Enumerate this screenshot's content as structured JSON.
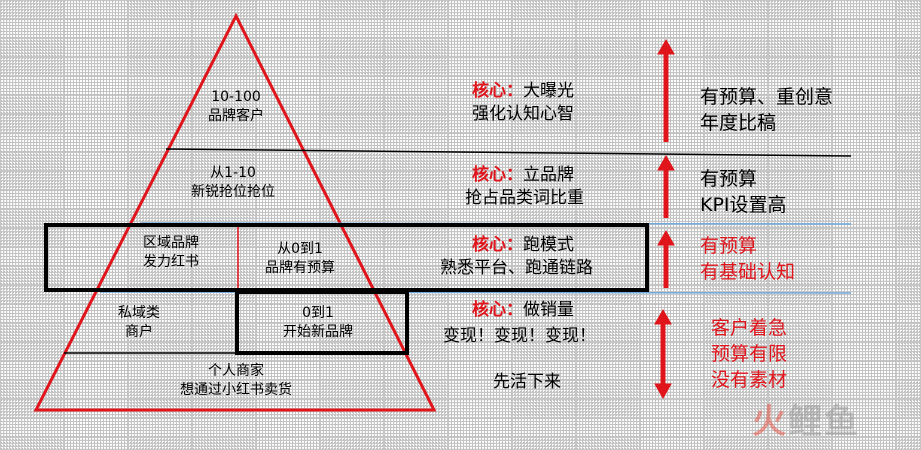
{
  "pyramid": {
    "apex": {
      "line1": "10-100",
      "line2": "品牌客户"
    },
    "tier2": {
      "line1": "从1-10",
      "line2": "新锐抢位抢位"
    },
    "tier3_left": {
      "line1": "区域品牌",
      "line2": "发力红书"
    },
    "tier3_right": {
      "line1": "从0到1",
      "line2": "品牌有预算"
    },
    "tier4_left": {
      "line1": "私域类",
      "line2": "商户"
    },
    "tier4_right": {
      "line1": "0到1",
      "line2": "开始新品牌"
    },
    "base": {
      "line1": "个人商家",
      "line2": "想通过小红书卖货"
    }
  },
  "core": {
    "label": "核心：",
    "rows": [
      {
        "title": "大曝光",
        "desc": "强化认知心智"
      },
      {
        "title": "立品牌",
        "desc": "抢占品类词比重"
      },
      {
        "title": "跑模式",
        "desc": "熟悉平台、跑通链路"
      },
      {
        "title": "做销量",
        "desc": "变现！变现！变现！"
      }
    ],
    "bottom_note": "先活下来"
  },
  "conditions": {
    "row1": {
      "line1": "有预算、重创意",
      "line2": "年度比稿"
    },
    "row2": {
      "line1": "有预算",
      "line2": "KPI设置高"
    },
    "row3": {
      "line1": "有预算",
      "line2": "有基础认知"
    },
    "row4": {
      "line1": "客户着急",
      "line2": "预算有限",
      "line3": "没有素材"
    }
  },
  "watermark": {
    "part1": "火",
    "part2": "鲤鱼"
  },
  "colors": {
    "accent_red": "#e0141b",
    "divider_blue": "#6fa8dc",
    "black": "#000000"
  }
}
